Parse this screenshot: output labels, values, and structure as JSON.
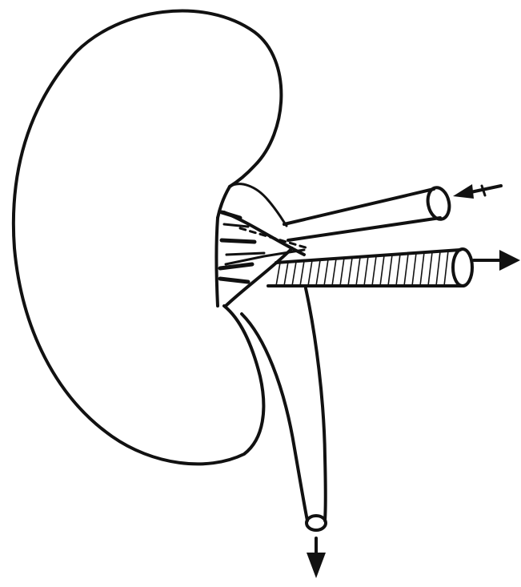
{
  "figure": {
    "kind": "kidney line drawing",
    "parts": [
      "kidney",
      "renal-pelvis",
      "artery",
      "vein",
      "ureter"
    ],
    "flow": {
      "artery": "in",
      "vein": "out",
      "ureter": "down"
    },
    "colors": {
      "ink": "#111111",
      "background": "#ffffff"
    },
    "icons": {
      "artery_arrow": "arrow-left-icon",
      "vein_arrow": "arrow-right-icon",
      "ureter_arrow": "arrow-down-icon"
    }
  }
}
